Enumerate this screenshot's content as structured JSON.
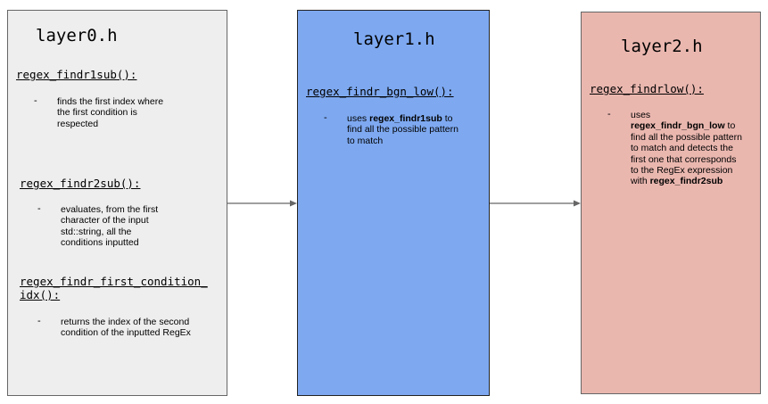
{
  "layer0": {
    "title": "layer0.h",
    "functions": [
      {
        "name": "regex_findr1sub():",
        "bullet": "-",
        "desc": "finds the first index where the first condition is respected"
      },
      {
        "name": "regex_findr2sub():",
        "bullet": "-",
        "desc": "evaluates, from the first character of the input std::string, all the conditions inputted"
      },
      {
        "name_line1": "regex_findr_first_condition_",
        "name_line2": "idx():",
        "bullet": "-",
        "desc": "returns the index of the second condition of the inputted RegEx"
      }
    ]
  },
  "layer1": {
    "title": "layer1.h",
    "function": {
      "name": "regex_findr_bgn_low():",
      "bullet": "-",
      "desc_pre": "uses ",
      "desc_bold": "regex_findr1sub",
      "desc_post": " to find all the possible pattern to match"
    }
  },
  "layer2": {
    "title": "layer2.h",
    "function": {
      "name": "regex_findrlow():",
      "bullet": "-",
      "desc_pre": "uses ",
      "desc_bold1": "regex_findr_bgn_low",
      "desc_mid": " to find all the possible pattern to match and detects the first one that corresponds to the RegEx expression with ",
      "desc_bold2": "regex_findr2sub"
    }
  },
  "colors": {
    "layer0_fill": "#eeeeee",
    "layer1_fill": "#7ea9f1",
    "layer2_fill": "#eab7af",
    "arrow": "#666666"
  }
}
